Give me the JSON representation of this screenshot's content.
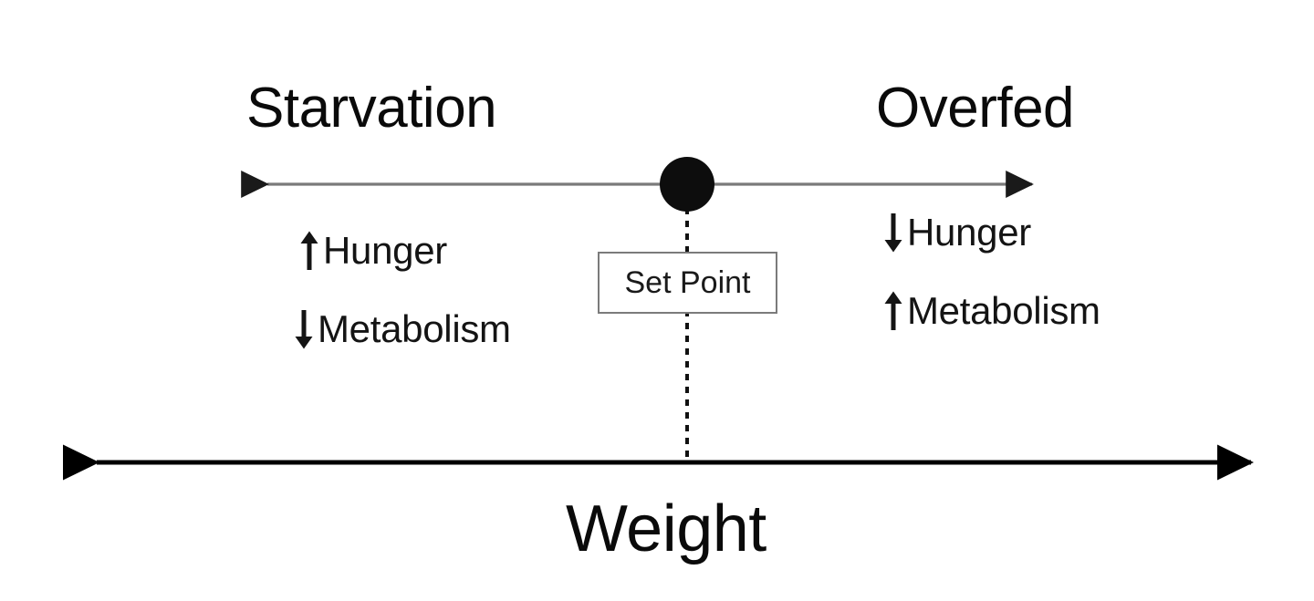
{
  "diagram": {
    "title_concept": "Body weight set point regulation",
    "poles": {
      "left_label": "Starvation",
      "right_label": "Overfed"
    },
    "axis": {
      "label": "Weight",
      "style": "double-headed-arrow",
      "color": "#000000"
    },
    "spectrum": {
      "style": "double-headed-arrow",
      "color": "#6e6e6e"
    },
    "set_point": {
      "label": "Set Point",
      "marker": "filled-circle",
      "marker_color": "#0d0d0d",
      "connector": "dashed-vertical-line"
    },
    "effects": {
      "left": [
        {
          "direction": "up",
          "arrow_glyph": "↑",
          "label": "Hunger"
        },
        {
          "direction": "down",
          "arrow_glyph": "↓",
          "label": "Metabolism"
        }
      ],
      "right": [
        {
          "direction": "down",
          "arrow_glyph": "↓",
          "label": "Hunger"
        },
        {
          "direction": "up",
          "arrow_glyph": "↑",
          "label": "Metabolism"
        }
      ]
    }
  }
}
